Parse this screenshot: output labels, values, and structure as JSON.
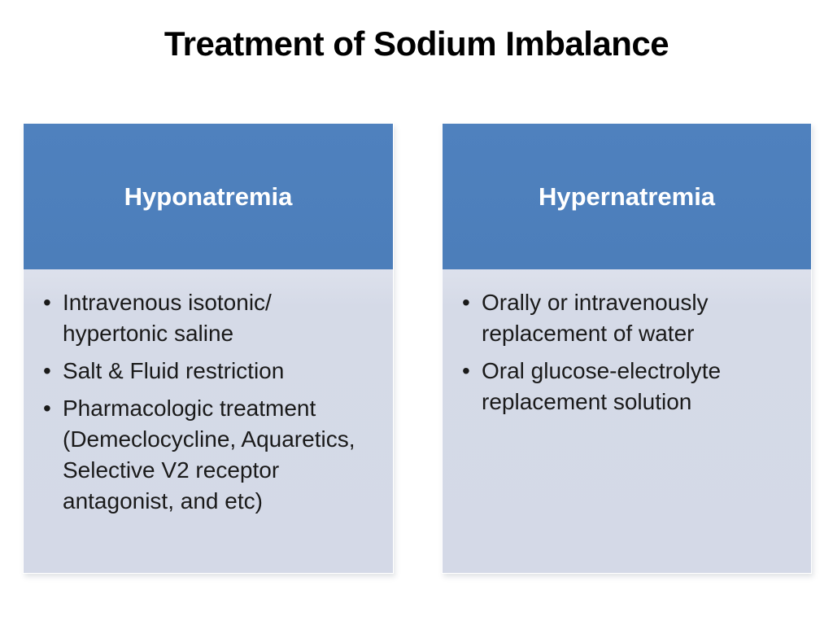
{
  "slide": {
    "title": "Treatment of Sodium Imbalance"
  },
  "icons": {
    "bullet": "•"
  },
  "colors": {
    "header_bg": "#4E80BD",
    "body_bg": "#D5DAE7",
    "header_text": "#FFFFFF",
    "body_text": "#1A1A1A",
    "title_text": "#000000",
    "page_bg": "#FFFFFF"
  },
  "columns": [
    {
      "header": "Hyponatremia",
      "bullets": [
        "Intravenous isotonic/ hypertonic saline",
        "Salt & Fluid restriction",
        "Pharmacologic treatment (Demeclocycline, Aquaretics, Selective V2 receptor antagonist, and etc)"
      ]
    },
    {
      "header": "Hypernatremia",
      "bullets": [
        "Orally or intravenously replacement of water",
        "Oral glucose-electrolyte replacement solution"
      ]
    }
  ]
}
